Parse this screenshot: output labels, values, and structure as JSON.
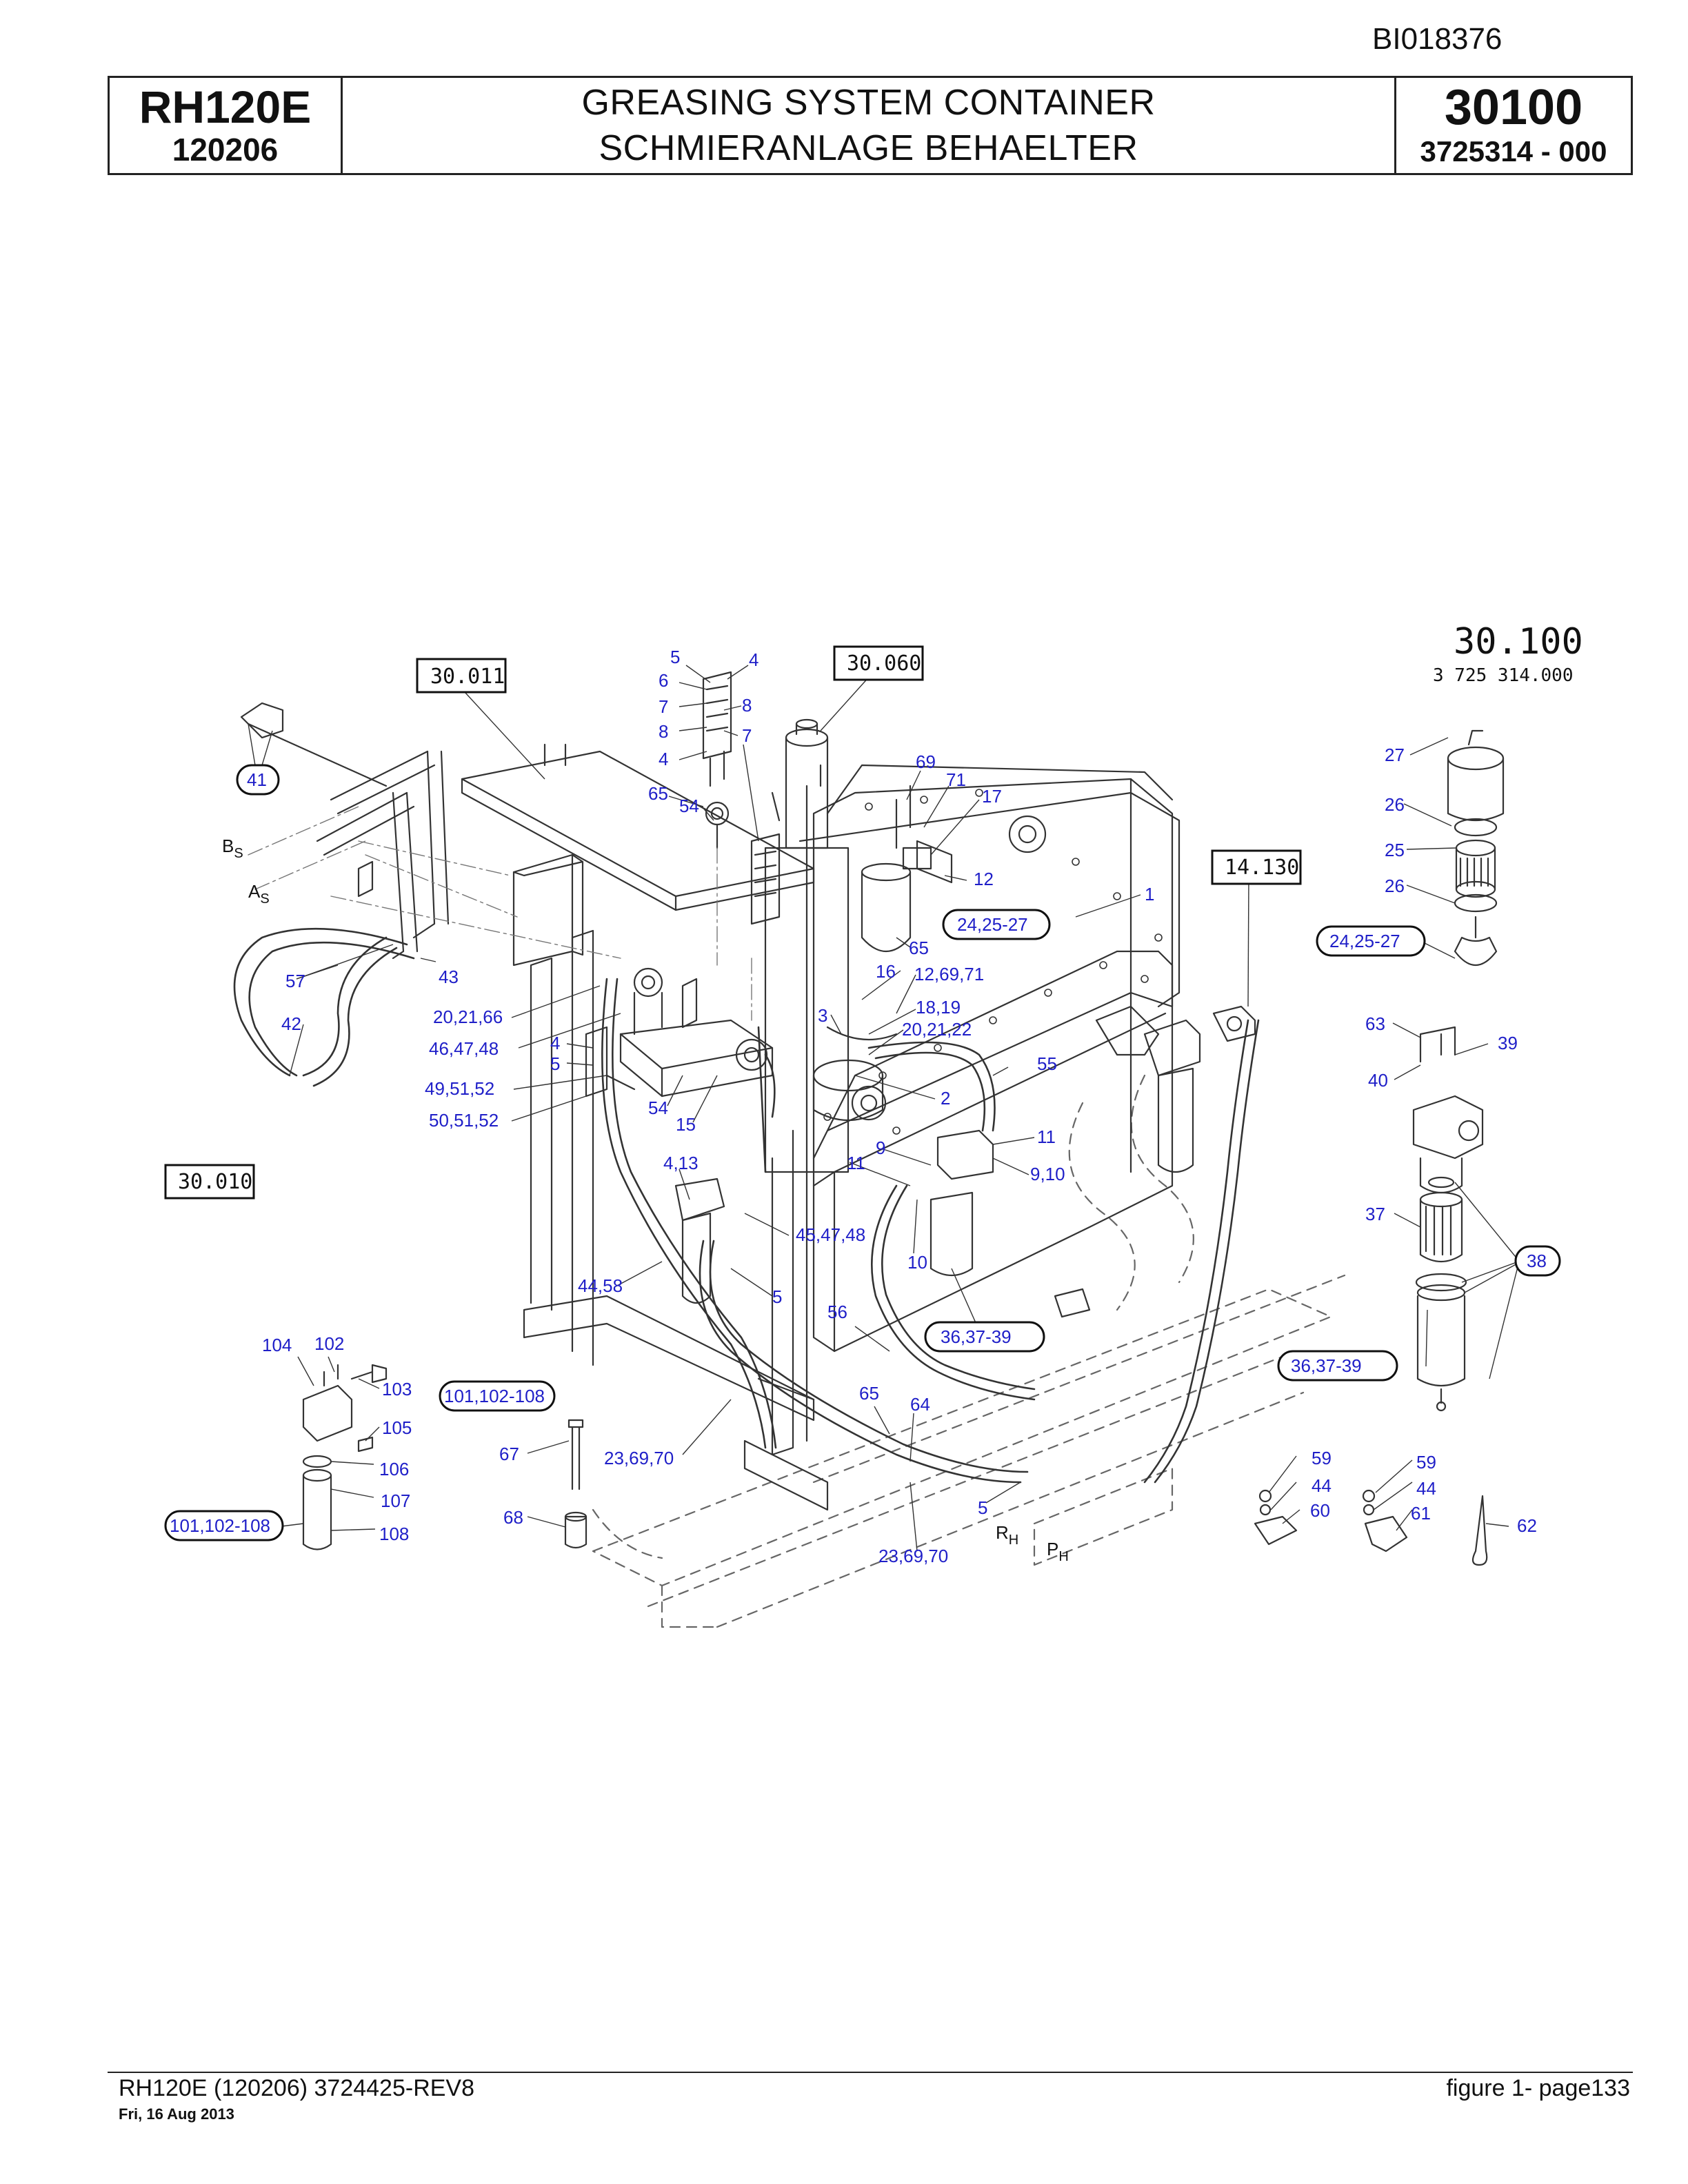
{
  "header": {
    "doc_id": "BI018376",
    "model": "RH120E",
    "serial": "120206",
    "title_en": "GREASING SYSTEM CONTAINER",
    "title_de": "SCHMIERANLAGE BEHAELTER",
    "page_code": "30100",
    "part_number": "3725314 - 000"
  },
  "figure": {
    "number": "30.100",
    "subnumber": "3 725 314.000",
    "reference_boxes": [
      "30.011",
      "30.060",
      "14.130",
      "30.010"
    ],
    "ports": {
      "bs": {
        "main": "B",
        "sub": "S"
      },
      "as": {
        "main": "A",
        "sub": "S"
      },
      "rh": {
        "main": "R",
        "sub": "H"
      },
      "ph": {
        "main": "P",
        "sub": "H"
      }
    },
    "callouts": {
      "c5a": "5",
      "c4a": "4",
      "c6": "6",
      "c7a": "7",
      "c8a": "8",
      "c8b": "8",
      "c7b": "7",
      "c4b": "4",
      "c65a": "65",
      "c54a": "54",
      "c69": "69",
      "c71": "71",
      "c17": "17",
      "c12": "12",
      "c1": "1",
      "c41": "41",
      "c57": "57",
      "c43": "43",
      "c42": "42",
      "c20_21_66": "20,21,66",
      "c46_47_48": "46,47,48",
      "c4c": "4",
      "c5b": "5",
      "c49_51_52": "49,51,52",
      "c50_51_52": "50,51,52",
      "c54b": "54",
      "c15": "15",
      "c65b": "65",
      "c16": "16",
      "c12_69_71": "12,69,71",
      "c3": "3",
      "c18_19": "18,19",
      "c20_21_22": "20,21,22",
      "c55": "55",
      "c2": "2",
      "c24_25_27a": "24,25-27",
      "c11a": "11",
      "c9": "9",
      "c11b": "11",
      "c9_10": "9,10",
      "c4_13": "4,13",
      "c45_47_48": "45,47,48",
      "c10": "10",
      "c44_58": "44,58",
      "c5c": "5",
      "c56": "56",
      "c36_37_39a": "36,37-39",
      "c27": "27",
      "c26a": "26",
      "c25": "25",
      "c26b": "26",
      "c24_25_27b": "24,25-27",
      "c63": "63",
      "c39": "39",
      "c40": "40",
      "c37": "37",
      "c38": "38",
      "c36_37_39b": "36,37-39",
      "c104": "104",
      "c102": "102",
      "c103": "103",
      "c105": "105",
      "c101_102_108a": "101,102-108",
      "c106": "106",
      "c107": "107",
      "c108": "108",
      "c101_102_108b": "101,102-108",
      "c67": "67",
      "c68": "68",
      "c23_69_70a": "23,69,70",
      "c65c": "65",
      "c64": "64",
      "c5d": "5",
      "c23_69_70b": "23,69,70",
      "c59a": "59",
      "c44a": "44",
      "c60": "60",
      "c59b": "59",
      "c44b": "44",
      "c61": "61",
      "c62": "62"
    }
  },
  "footer": {
    "left": "RH120E (120206) 3724425-REV8",
    "date": "Fri, 16 Aug 2013",
    "right": "figure  1- page133"
  }
}
